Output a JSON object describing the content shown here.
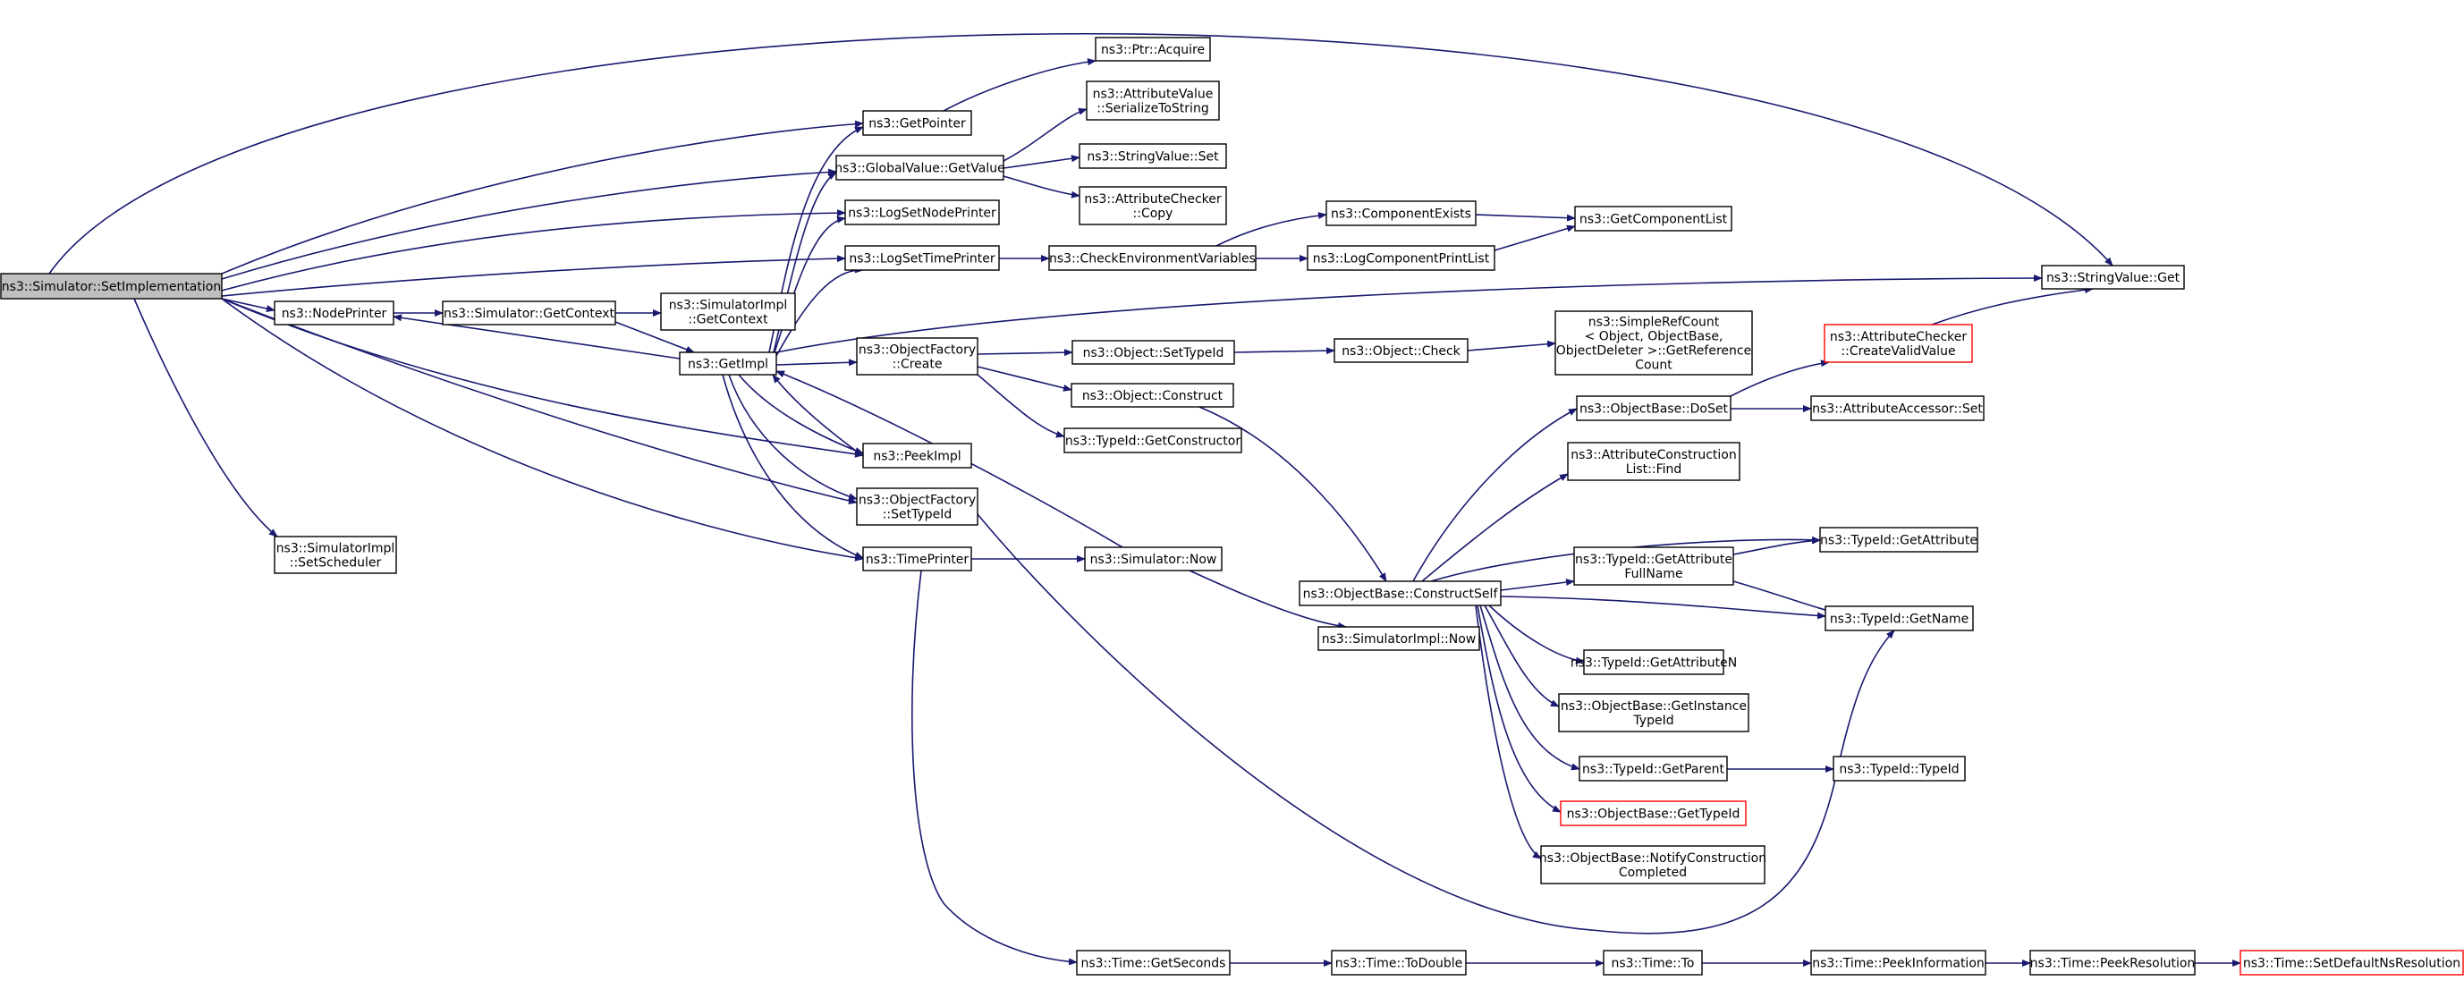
{
  "colors": {
    "edge": "#191970",
    "node_border": "#000000",
    "node_fill": "#ffffff",
    "root_fill": "#bfbfbf",
    "truncated_border": "#ff0000"
  },
  "nodes": {
    "setimpl": [
      "ns3::Simulator::SetImplementation"
    ],
    "nodeprinter": [
      "ns3::NodePrinter"
    ],
    "simscheduler": [
      "ns3::SimulatorImpl",
      "::SetScheduler"
    ],
    "getpointer": [
      "ns3::GetPointer"
    ],
    "globalvalue": [
      "ns3::GlobalValue::GetValue"
    ],
    "logsetnode": [
      "ns3::LogSetNodePrinter"
    ],
    "logsettime": [
      "ns3::LogSetTimePrinter"
    ],
    "simgetcontext": [
      "ns3::Simulator::GetContext"
    ],
    "getimpl": [
      "ns3::GetImpl"
    ],
    "peekimpl": [
      "ns3::PeekImpl"
    ],
    "ofsettypeid": [
      "ns3::ObjectFactory",
      "::SetTypeId"
    ],
    "timeprinter": [
      "ns3::TimePrinter"
    ],
    "simimplgetcontext": [
      "ns3::SimulatorImpl",
      "::GetContext"
    ],
    "ofcreate": [
      "ns3::ObjectFactory",
      "::Create"
    ],
    "ptracquire": [
      "ns3::Ptr::Acquire"
    ],
    "avserialize": [
      "ns3::AttributeValue",
      "::SerializeToString"
    ],
    "stringvalueset": [
      "ns3::StringValue::Set"
    ],
    "accopy": [
      "ns3::AttributeChecker",
      "::Copy"
    ],
    "checkenv": [
      "ns3::CheckEnvironmentVariables"
    ],
    "objsettypeid": [
      "ns3::Object::SetTypeId"
    ],
    "objconstruct": [
      "ns3::Object::Construct"
    ],
    "typeidgetctor": [
      "ns3::TypeId::GetConstructor"
    ],
    "simnow": [
      "ns3::Simulator::Now"
    ],
    "timegetseconds": [
      "ns3::Time::GetSeconds"
    ],
    "compexists": [
      "ns3::ComponentExists"
    ],
    "logcompprint": [
      "ns3::LogComponentPrintList"
    ],
    "objcheck": [
      "ns3::Object::Check"
    ],
    "obconstructself": [
      "ns3::ObjectBase::ConstructSelf"
    ],
    "simimplnow": [
      "ns3::SimulatorImpl::Now"
    ],
    "timetodouble": [
      "ns3::Time::ToDouble"
    ],
    "getcomplist": [
      "ns3::GetComponentList"
    ],
    "simplerefcount": [
      "ns3::SimpleRefCount",
      "< Object, ObjectBase,",
      "ObjectDeleter >::GetReference",
      "Count"
    ],
    "obdoset": [
      "ns3::ObjectBase::DoSet"
    ],
    "acfind": [
      "ns3::AttributeConstruction",
      "List::Find"
    ],
    "typeidgetattrfull": [
      "ns3::TypeId::GetAttribute",
      "FullName"
    ],
    "typeidgetattrn": [
      "ns3::TypeId::GetAttributeN"
    ],
    "obgetinstance": [
      "ns3::ObjectBase::GetInstance",
      "TypeId"
    ],
    "typeidgetparent": [
      "ns3::TypeId::GetParent"
    ],
    "obgettypeid": [
      "ns3::ObjectBase::GetTypeId"
    ],
    "obnotify": [
      "ns3::ObjectBase::NotifyConstruction",
      "Completed"
    ],
    "timeto": [
      "ns3::Time::To"
    ],
    "stringvalueget": [
      "ns3::StringValue::Get"
    ],
    "accreatevalid": [
      "ns3::AttributeChecker",
      "::CreateValidValue"
    ],
    "aaset": [
      "ns3::AttributeAccessor::Set"
    ],
    "typeidgetattr": [
      "ns3::TypeId::GetAttribute"
    ],
    "typeidgetname": [
      "ns3::TypeId::GetName"
    ],
    "typeidtypeid": [
      "ns3::TypeId::TypeId"
    ],
    "timepeekinfo": [
      "ns3::Time::PeekInformation"
    ],
    "timepeekres": [
      "ns3::Time::PeekResolution"
    ],
    "timesetdefault": [
      "ns3::Time::SetDefaultNsResolution"
    ]
  }
}
